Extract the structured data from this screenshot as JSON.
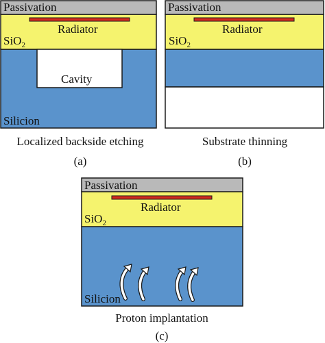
{
  "colors": {
    "passivation": "#b9b9b9",
    "oxide": "#f5f36e",
    "silicon": "#5a93cc",
    "radiator": "#d12b1f",
    "cavity": "#ffffff",
    "stroke": "#1a1a1a"
  },
  "panel_a": {
    "passivation_label": "Passivation",
    "radiator_label": "Radiator",
    "oxide_label": "SiO",
    "oxide_subscript": "2",
    "cavity_label": "Cavity",
    "silicon_label": "Silicion",
    "caption": "Localized backside etching",
    "tag": "(a)"
  },
  "panel_b": {
    "passivation_label": "Passivation",
    "radiator_label": "Radiator",
    "oxide_label": "SiO",
    "oxide_subscript": "2",
    "caption": "Substrate thinning",
    "tag": "(b)"
  },
  "panel_c": {
    "passivation_label": "Passivation",
    "radiator_label": "Radiator",
    "oxide_label": "SiO",
    "oxide_subscript": "2",
    "silicon_label": "Silicion",
    "caption": "Proton implantation",
    "tag": "(c)",
    "arrow_icon": "curved-up-arrow-icon"
  }
}
